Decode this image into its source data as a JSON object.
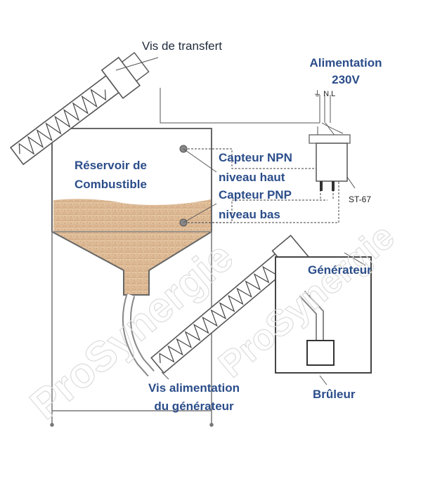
{
  "watermark": "ProSynergie",
  "labels": {
    "vis_transfert": "Vis de transfert",
    "alimentation_line1": "Alimentation",
    "alimentation_line2": "230V",
    "terminal_ground": "⏚",
    "terminal_n": "N",
    "terminal_l": "L",
    "reservoir_line1": "Réservoir de",
    "reservoir_line2": "Combustible",
    "capteur_npn_line1": "Capteur NPN",
    "capteur_npn_line2": "niveau haut",
    "capteur_pnp_line1": "Capteur PNP",
    "capteur_pnp_line2": "niveau bas",
    "relay_model": "ST-67",
    "generateur": "Générateur",
    "bruleur": "Brûleur",
    "vis_alim_line1": "Vis alimentation",
    "vis_alim_line2": "du générateur"
  },
  "colors": {
    "label_blue": "#2b4d8a",
    "label_dark": "#1f2a3a",
    "sand": "#d9b48f",
    "line": "#555555"
  }
}
